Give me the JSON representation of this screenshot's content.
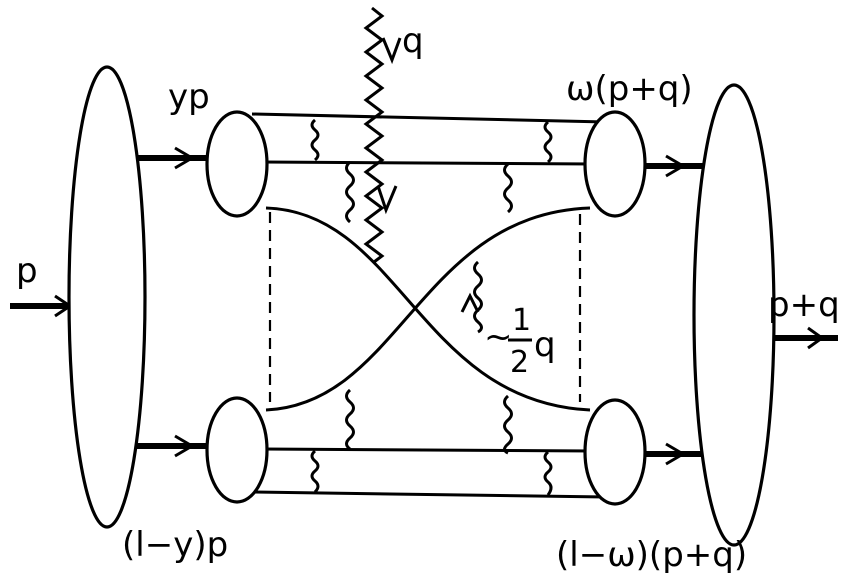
{
  "labels": {
    "q": "q",
    "yp": "yp",
    "omega_pq": "ω(p+q)",
    "p": "p",
    "p_plus_q": "p+q",
    "one_minus_y_p": "(l−y)p",
    "one_minus_omega_pq": "(l−ω)(p+q)",
    "tilde": "~",
    "half_num": "1",
    "half_den": "2",
    "half_q": "q"
  },
  "colors": {
    "ink": "#000000",
    "background": "#ffffff"
  }
}
